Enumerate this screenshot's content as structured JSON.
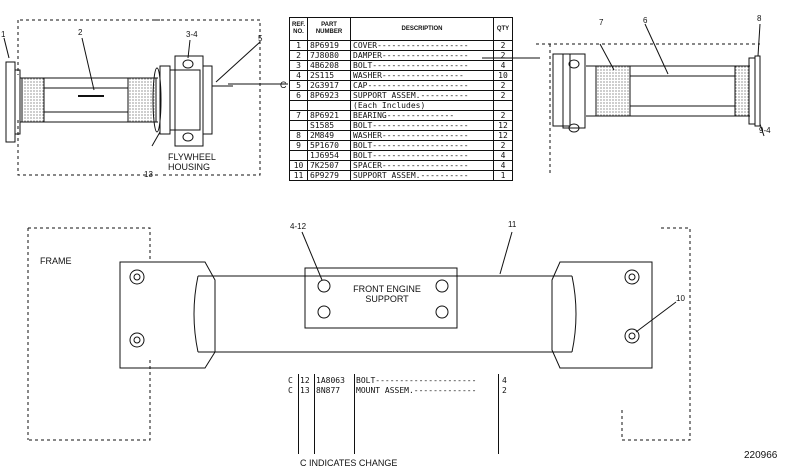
{
  "parts_table": {
    "headers": {
      "ref": "REF. NO.",
      "part": "PART NUMBER",
      "desc": "DESCRIPTION",
      "qty": "QTY"
    },
    "rows": [
      {
        "ref": "1",
        "part": "8P6919",
        "desc": "COVER-------------------",
        "qty": "2"
      },
      {
        "ref": "2",
        "part": "7J8080",
        "desc": "DAMPER------------------",
        "qty": "2"
      },
      {
        "ref": "3",
        "part": "4B6208",
        "desc": "BOLT--------------------",
        "qty": "4"
      },
      {
        "ref": "4",
        "part": "2S115",
        "desc": "WASHER-----------------",
        "qty": "10"
      },
      {
        "ref": "5",
        "part": "2G3917",
        "desc": "CAP---------------------",
        "qty": "2"
      },
      {
        "ref": "6",
        "part": "8P6923",
        "desc": "SUPPORT ASSEM.----------",
        "qty": "2"
      },
      {
        "ref": "",
        "part": "",
        "desc": "   (Each Includes)",
        "qty": ""
      },
      {
        "ref": "7",
        "part": "8P6921",
        "desc": "   BEARING--------------",
        "qty": "2"
      },
      {
        "ref": "",
        "part": "S1585",
        "desc": "BOLT--------------------",
        "qty": "12"
      },
      {
        "ref": "8",
        "part": "2M849",
        "desc": "WASHER------------------",
        "qty": "12"
      },
      {
        "ref": "9",
        "part": "5P1670",
        "desc": "BOLT--------------------",
        "qty": "2"
      },
      {
        "ref": "",
        "part": "1J6954",
        "desc": "BOLT--------------------",
        "qty": "4"
      },
      {
        "ref": "10",
        "part": "7K2507",
        "desc": "SPACER------------------",
        "qty": "4"
      },
      {
        "ref": "11",
        "part": "6P9279",
        "desc": "SUPPORT ASSEM.----------",
        "qty": "1"
      }
    ]
  },
  "lower_table": {
    "rows": [
      {
        "mark": "C",
        "ref": "12",
        "part": "1A8063",
        "desc": "BOLT---------------------",
        "qty": "4"
      },
      {
        "mark": "C",
        "ref": "13",
        "part": "8N877",
        "desc": "MOUNT ASSEM.-------------",
        "qty": "2"
      }
    ],
    "footer": "C INDICATES CHANGE"
  },
  "labels": {
    "flywheel_housing": "FLYWHEEL HOUSING",
    "frame": "FRAME",
    "front_engine_support": "FRONT ENGINE SUPPORT",
    "drawing_number": "220966",
    "change_mark": "C"
  },
  "callouts": [
    "1",
    "2",
    "3-4",
    "5",
    "13",
    "7",
    "6",
    "8",
    "9-4",
    "4-12",
    "11",
    "10"
  ]
}
